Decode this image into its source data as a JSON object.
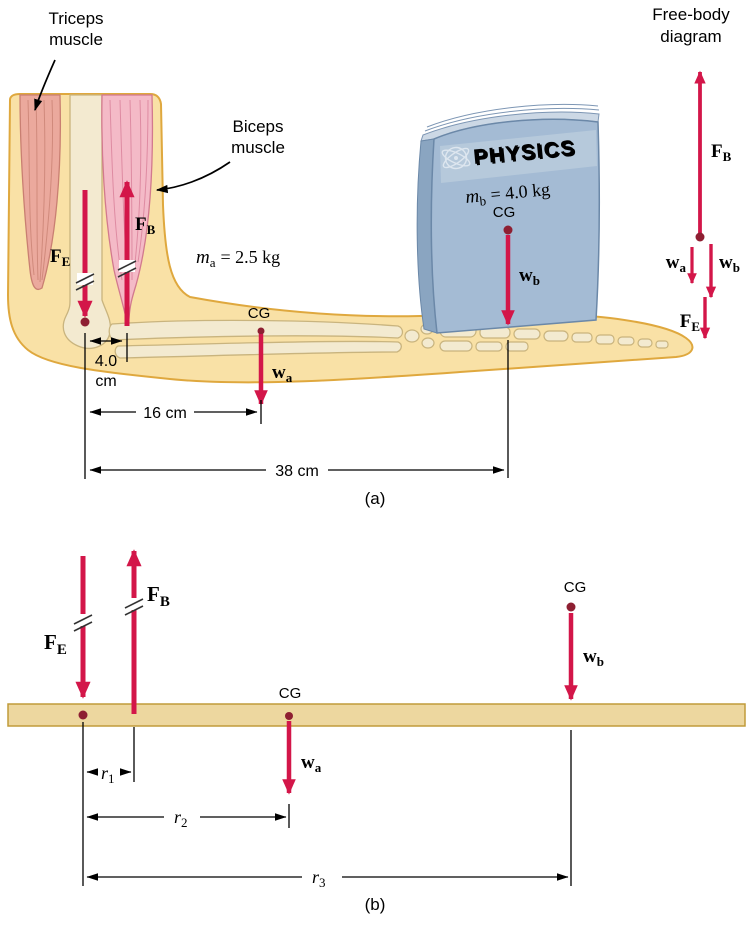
{
  "part_a": {
    "caption": "(a)",
    "triceps_label": {
      "line1": "Triceps",
      "line2": "muscle"
    },
    "biceps_label": {
      "line1": "Biceps",
      "line2": "muscle"
    },
    "arm_mass": {
      "symbol": "m",
      "sub": "a",
      "rest": "= 2.5 kg"
    },
    "arm_cg": "CG",
    "dim_small": {
      "line1": "4.0",
      "line2": "cm"
    },
    "dim_mid": "16 cm",
    "dim_large": "38 cm",
    "book": {
      "title": "PHYSICS",
      "mass_symbol": "m",
      "mass_sub": "b",
      "mass_rest": "= 4.0 kg",
      "cg": "CG"
    }
  },
  "fbd": {
    "title_line1": "Free-body",
    "title_line2": "diagram"
  },
  "forces": {
    "FB": {
      "main": "F",
      "sub": "B"
    },
    "FE": {
      "main": "F",
      "sub": "E"
    },
    "wa": {
      "main": "w",
      "sub": "a"
    },
    "wb": {
      "main": "w",
      "sub": "b"
    }
  },
  "part_b": {
    "caption": "(b)",
    "arm_cg": "CG",
    "book_cg": "CG",
    "r1": {
      "main": "r",
      "sub": "1"
    },
    "r2": {
      "main": "r",
      "sub": "2"
    },
    "r3": {
      "main": "r",
      "sub": "3"
    }
  },
  "colors": {
    "force_arrow": "#d31649",
    "pivot_dot": "#8e1f32",
    "skin_fill": "#f9e1a6",
    "skin_outline": "#dfa83e",
    "bone_fill": "#f3ead0",
    "bone_outline": "#c9b47e",
    "triceps_fill": "#eba99d",
    "biceps_fill": "#f4bac7",
    "book_cover": "#a4bbd4",
    "book_spine": "#8aa5c1",
    "book_pages": "#ccd8e5",
    "bar_fill": "#edd79f",
    "bar_outline": "#c09b3a",
    "dimension_color": "#000000"
  }
}
